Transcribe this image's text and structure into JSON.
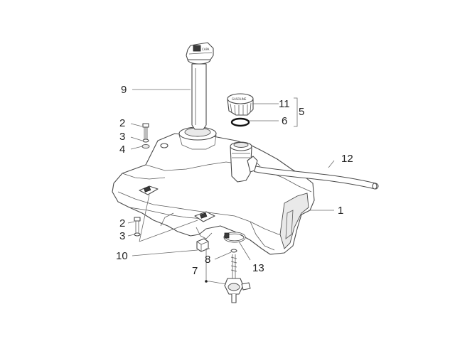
{
  "callouts": {
    "c1": "1",
    "c2a": "2",
    "c2b": "2",
    "c3a": "3",
    "c3b": "3",
    "c4": "4",
    "c5": "5",
    "c6": "6",
    "c7": "7",
    "c8": "8",
    "c9": "9",
    "c10": "10",
    "c11": "11",
    "c12": "12",
    "c13": "13"
  },
  "cap_label": "GASOLINE"
}
